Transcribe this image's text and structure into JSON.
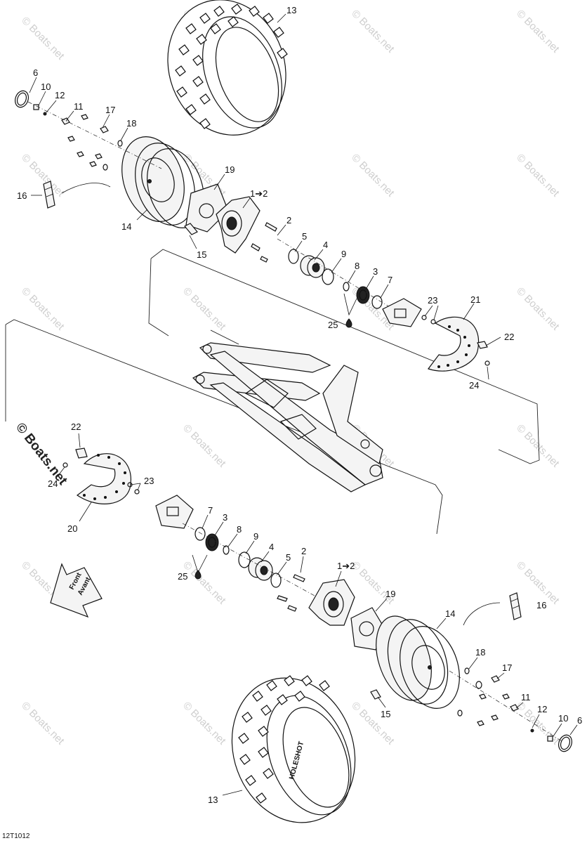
{
  "diagram": {
    "code": "12T1012",
    "brand_mark": "© Boats.net",
    "watermark": "© Boats.net",
    "direction_arrow": {
      "line1": "Front",
      "line2": "Avant"
    },
    "tire_text": "HOLESHOT",
    "callouts": {
      "top_13": "13",
      "top_6": "6",
      "top_10": "10",
      "top_12": "12",
      "top_11": "11",
      "top_17": "17",
      "top_18": "18",
      "top_16": "16",
      "top_14": "14",
      "top_19": "19",
      "top_1_2": "1➔2",
      "top_2": "2",
      "top_15": "15",
      "top_5": "5",
      "top_4": "4",
      "top_9": "9",
      "top_8": "8",
      "top_3": "3",
      "top_7": "7",
      "top_23": "23",
      "top_21": "21",
      "top_25": "25",
      "top_22": "22",
      "top_24": "24",
      "bot_22": "22",
      "bot_24": "24",
      "bot_23": "23",
      "bot_20": "20",
      "bot_7": "7",
      "bot_3": "3",
      "bot_8": "8",
      "bot_9": "9",
      "bot_4": "4",
      "bot_5": "5",
      "bot_2": "2",
      "bot_1_2": "1➔2",
      "bot_25": "25",
      "bot_19": "19",
      "bot_14": "14",
      "bot_16": "16",
      "bot_18": "18",
      "bot_17": "17",
      "bot_11": "11",
      "bot_12": "12",
      "bot_10": "10",
      "bot_6": "6",
      "bot_15": "15",
      "bot_13": "13"
    }
  }
}
